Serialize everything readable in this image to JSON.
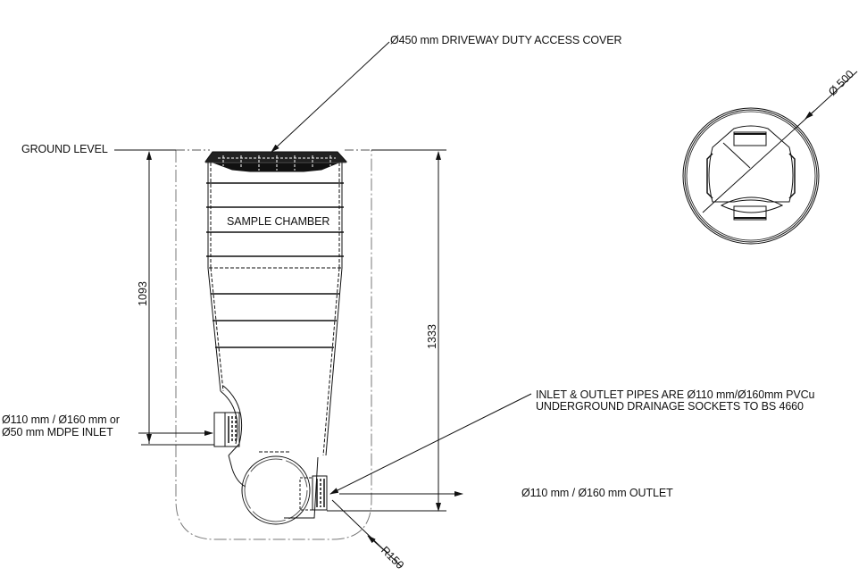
{
  "drawing": {
    "title_callout": "Ø450 mm DRIVEWAY DUTY ACCESS COVER",
    "ground_level": "GROUND LEVEL",
    "chamber_label": "SAMPLE CHAMBER",
    "inlet_label_line1": "Ø110 mm / Ø160 mm or",
    "inlet_label_line2": "Ø50 mm MDPE INLET",
    "pipes_note_line1": "INLET & OUTLET PIPES ARE Ø110 mm/Ø160mm PVCu",
    "pipes_note_line2": "UNDERGROUND DRAINAGE SOCKETS TO BS 4660",
    "outlet_label": "Ø110 mm / Ø160 mm OUTLET",
    "plan_diameter": "Ø 500",
    "radius_label": "R150",
    "dimensions": {
      "ground_to_inlet": "1093",
      "ground_to_outlet": "1333"
    }
  },
  "colors": {
    "line": "#111111",
    "hidden_line": "#555555",
    "background": "#ffffff"
  }
}
